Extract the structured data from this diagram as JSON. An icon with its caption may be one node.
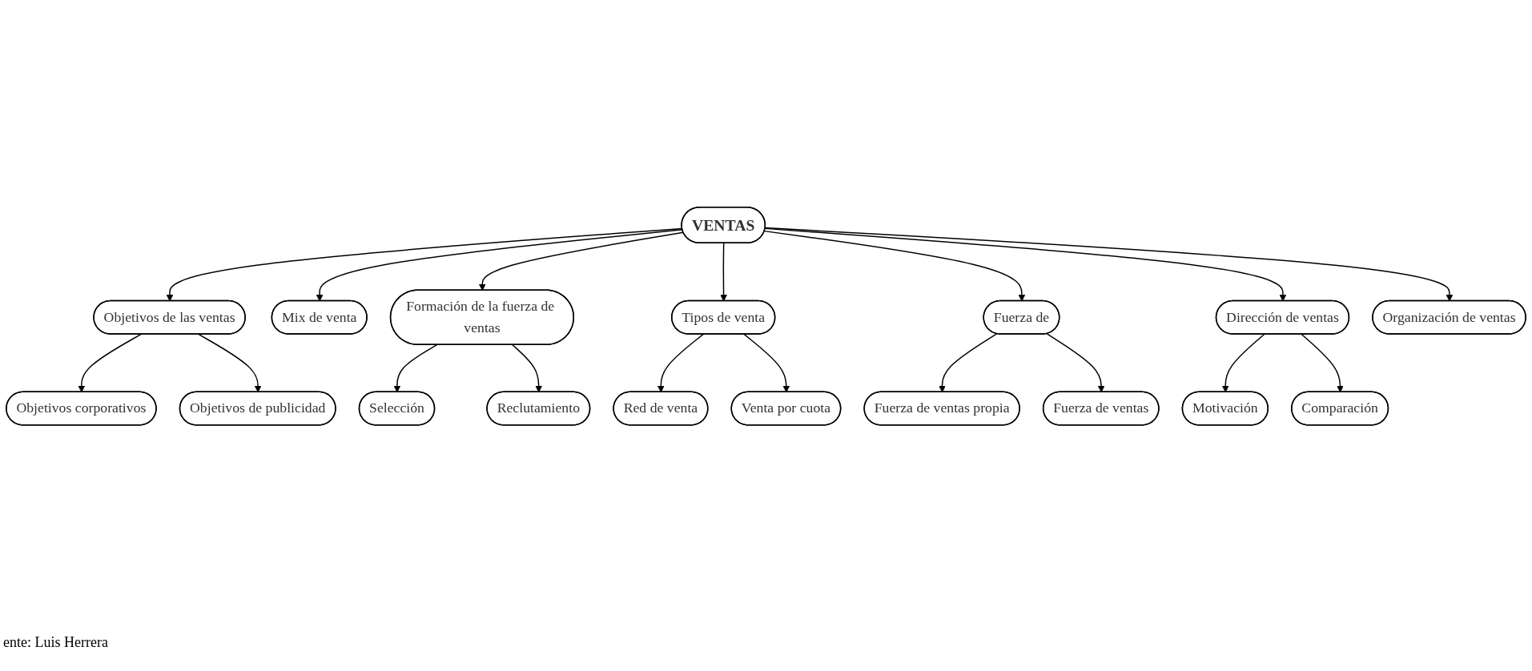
{
  "diagram": {
    "nodes": [
      {
        "text": [
          "VENTAS"
        ]
      },
      {
        "text": [
          "Objetivos de las ventas"
        ]
      },
      {
        "text": [
          "Objetivos corporativos"
        ]
      },
      {
        "text": [
          "Objetivos de publicidad"
        ]
      },
      {
        "text": [
          "Mix de venta"
        ]
      },
      {
        "text": [
          "Selección"
        ]
      },
      {
        "text": [
          "Reclutamiento"
        ]
      },
      {
        "text": [
          "Formación de la fuerza de ventas"
        ]
      },
      {
        "text": [
          "Tipos de venta"
        ]
      },
      {
        "text": [
          "Red de venta"
        ]
      },
      {
        "text": [
          "Venta por cuota"
        ]
      },
      {
        "text": [
          "Fuerza de"
        ]
      },
      {
        "text": [
          "Fuerza de ventas propia"
        ]
      },
      {
        "text": [
          "Fuerza de ventas"
        ]
      },
      {
        "text": [
          "Motivación"
        ]
      },
      {
        "text": [
          "Dirección de ventas"
        ]
      },
      {
        "text": [
          "Organización de ventas"
        ]
      },
      {
        "text": [
          "Comparación"
        ]
      }
    ],
    "edges": [
      {
        "from": 0,
        "to": 1,
        "arrow": "to"
      },
      {
        "from": 1,
        "to": 2,
        "arrow": "to"
      },
      {
        "from": 1,
        "to": 3,
        "arrow": "to"
      },
      {
        "from": 0,
        "to": 4,
        "arrow": "to"
      },
      {
        "from": 0,
        "to": 7,
        "arrow": "to"
      },
      {
        "from": 7,
        "to": 5,
        "arrow": "to"
      },
      {
        "from": 7,
        "to": 6,
        "arrow": "to"
      },
      {
        "from": 0,
        "to": 8,
        "arrow": "to"
      },
      {
        "from": 8,
        "to": 9,
        "arrow": "to"
      },
      {
        "from": 8,
        "to": 10,
        "arrow": "to"
      },
      {
        "from": 0,
        "to": 11,
        "arrow": "to"
      },
      {
        "from": 11,
        "to": 12,
        "arrow": "to"
      },
      {
        "from": 11,
        "to": 13,
        "arrow": "to"
      },
      {
        "from": 0,
        "to": 15,
        "arrow": "to"
      },
      {
        "from": 0,
        "to": 16,
        "arrow": "to"
      },
      {
        "from": 15,
        "to": 14,
        "arrow": "to"
      },
      {
        "from": 15,
        "to": 17,
        "arrow": "to"
      }
    ],
    "labels": [
      "ente: Luis Herrera"
    ]
  }
}
